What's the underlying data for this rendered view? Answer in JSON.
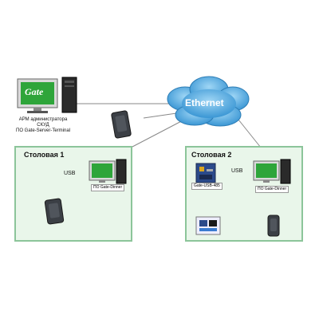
{
  "network": {
    "label": "Ethernet"
  },
  "admin": {
    "label_lines": [
      "АРМ администратора",
      "СКУД",
      "ПО Gate-Server-Terminal"
    ],
    "logo_text": "Gate"
  },
  "room1": {
    "title": "Столовая 1",
    "usb_label": "USB",
    "pc_label": "ПО Gate-Dinner"
  },
  "room2": {
    "title": "Столовая 2",
    "usb_label": "USB",
    "pc_label": "ПО Gate-Dinner",
    "converter_label": "Gate-USB-485"
  },
  "colors": {
    "panel_fill": "#e9f6ea",
    "panel_border": "#8cc59a",
    "cloud_fill": "#57b3e6",
    "screen_green": "#2ea53a"
  }
}
